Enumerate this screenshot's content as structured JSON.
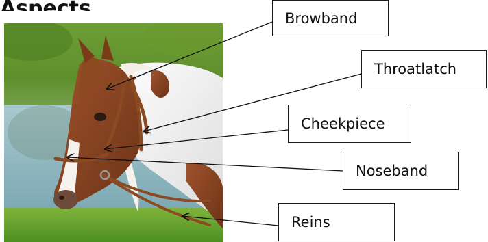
{
  "heading_fragment": "Aspects",
  "image": {
    "subject": "horse-head-with-bridle-photo"
  },
  "labels": [
    {
      "id": "browband",
      "text": "Browband"
    },
    {
      "id": "throatlatch",
      "text": "Throatlatch"
    },
    {
      "id": "cheekpiece",
      "text": "Cheekpiece"
    },
    {
      "id": "noseband",
      "text": "Noseband"
    },
    {
      "id": "reins",
      "text": "Reins"
    }
  ],
  "colors": {
    "line": "#111111",
    "bridle_leather": "#8a4a22",
    "grass": "#4f8f2a",
    "water": "#8fb9c6"
  }
}
